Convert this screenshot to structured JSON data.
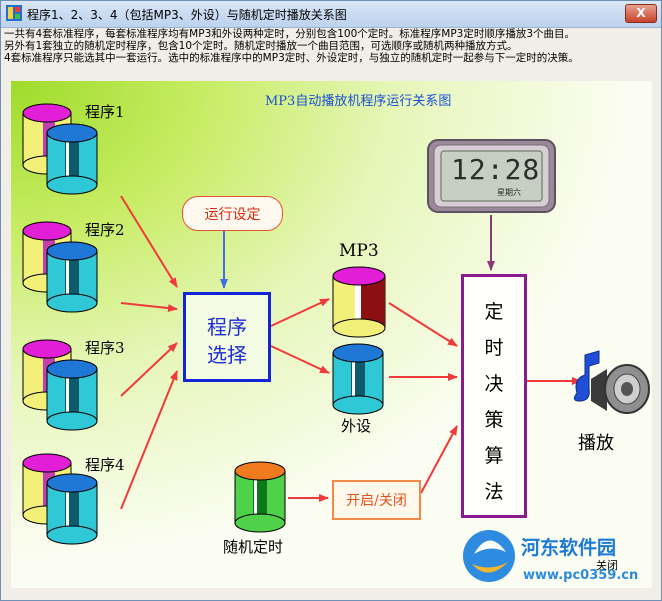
{
  "window": {
    "title": "程序1、2、3、4（包括MP3、外设）与随机定时播放关系图",
    "close_glyph": "X"
  },
  "description": [
    "一共有4套标准程序，每套标准程序均有MP3和外设两种定时，分别包含100个定时。标准程序MP3定时顺序播放3个曲目。",
    "另外有1套独立的随机定时程序，包含10个定时。随机定时播放一个曲目范围，可选顺序或随机两种播放方式。",
    "4套标准程序只能选其中一套运行。选中的标准程序中的MP3定时、外设定时，与独立的随机定时一起参与下一定时的决策。"
  ],
  "diagram": {
    "title": "MP3自动播放机程序运行关系图",
    "programs": [
      "程序1",
      "程序2",
      "程序3",
      "程序4"
    ],
    "run_setting": "运行设定",
    "program_select": [
      "程序",
      "选择"
    ],
    "mp3_label": "MP3",
    "peripheral_label": "外设",
    "random_timer_label": "随机定时",
    "switch_label": "开启/关闭",
    "decision_chars": [
      "定",
      "时",
      "决",
      "策",
      "算",
      "法"
    ],
    "play_label": "播放",
    "clock": {
      "time": "12:28",
      "weekday": "星期六"
    }
  },
  "footer": {
    "close_button": "关闭",
    "watermark_name": "河东软件园",
    "watermark_url": "www.pc0359.cn"
  },
  "colors": {
    "canvas_green": "#9edb2b",
    "title_blue": "#1a4fd6",
    "arrow_red": "#f03a3a",
    "arrow_blue": "#3f6fe0",
    "select_border": "#1424d9",
    "decide_border": "#8a1a8e"
  }
}
